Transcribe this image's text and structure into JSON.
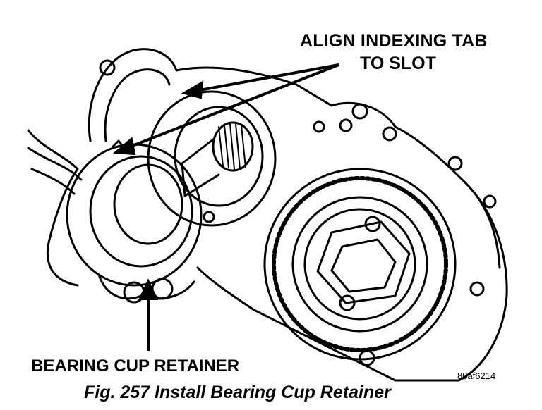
{
  "callouts": {
    "align_line1": "ALIGN INDEXING TAB",
    "align_line2": "TO SLOT",
    "retainer": "BEARING CUP RETAINER"
  },
  "figure_id": "80af6214",
  "caption": "Fig. 257 Install Bearing Cup Retainer",
  "colors": {
    "ink": "#000000",
    "paper": "#ffffff"
  }
}
